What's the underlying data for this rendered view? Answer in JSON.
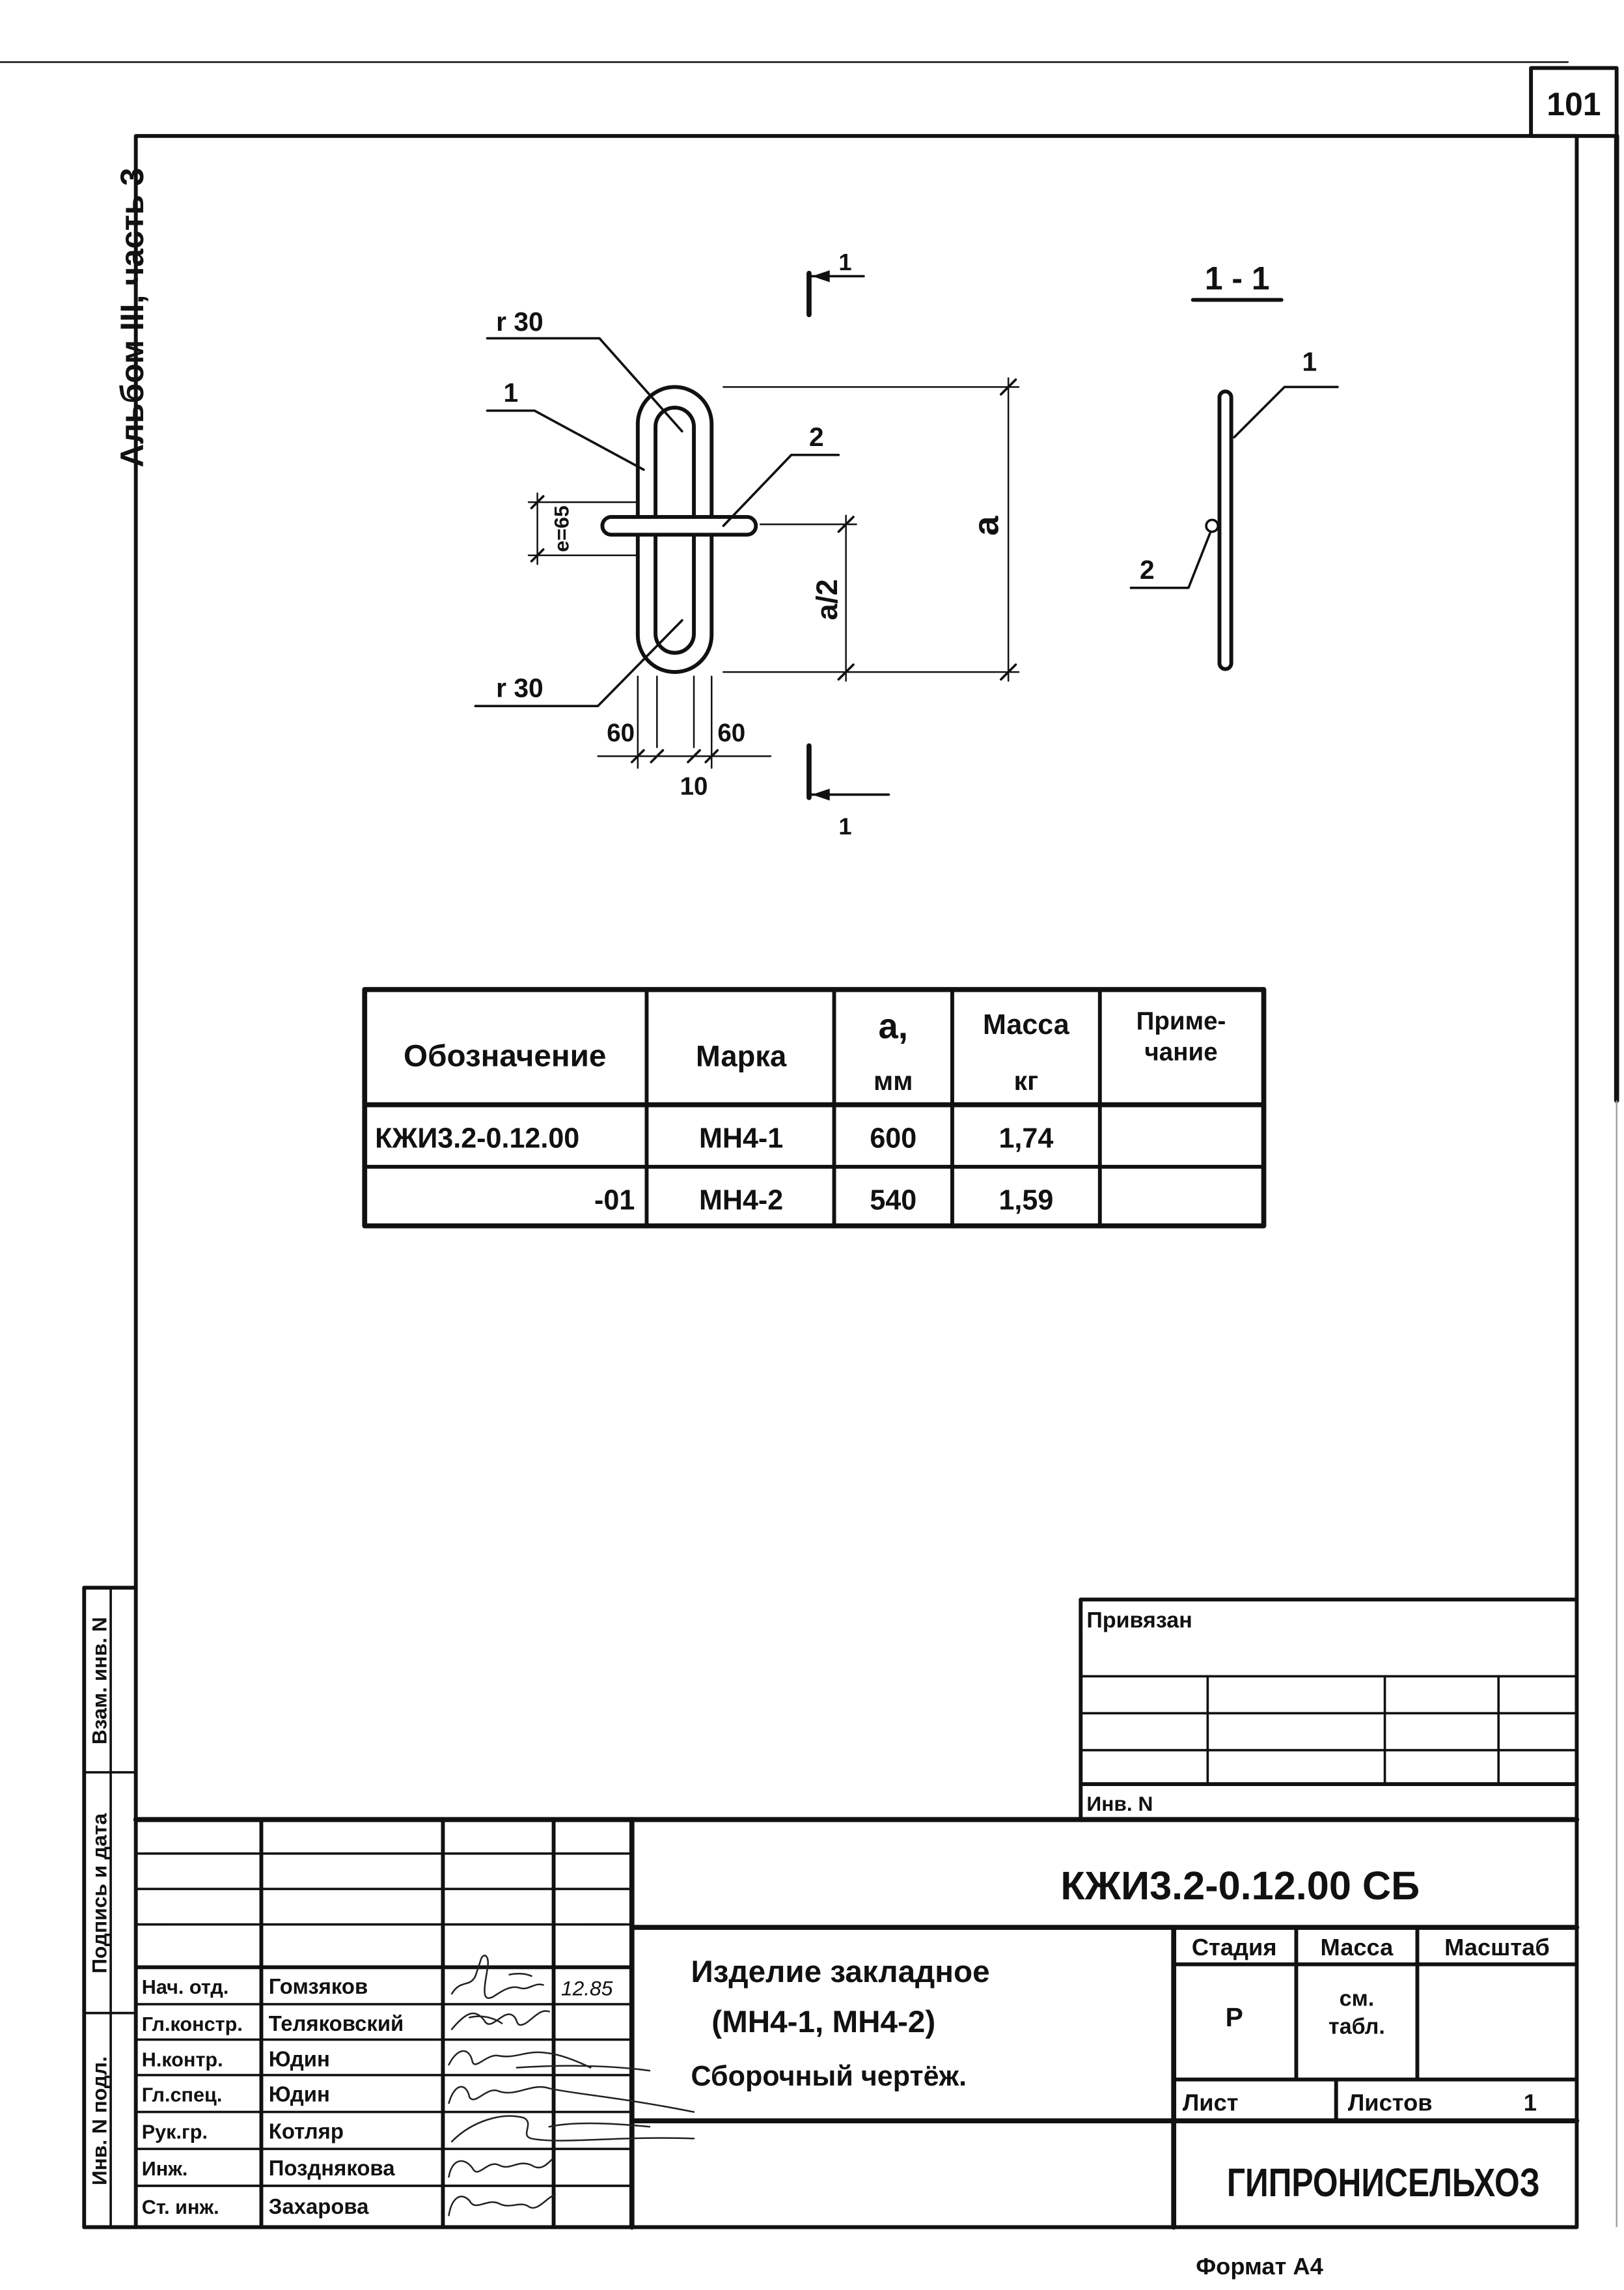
{
  "page_number": "101",
  "album_note": "Альбом III, часть 3",
  "drawing": {
    "section_mark_top": "1",
    "section_mark_bottom": "1",
    "section_view_title": "1 - 1",
    "callouts": {
      "bend_radius_top": "r 30",
      "bend_radius_bottom": "r 30",
      "item_1": "1",
      "item_2": "2",
      "section_item_1": "1",
      "section_item_2": "2"
    },
    "dimensions": {
      "rod_spacing": "e=65",
      "length": "a",
      "half_length": "a/2",
      "left": "60",
      "right": "60",
      "gap": "10"
    }
  },
  "spec_table": {
    "headers": {
      "designation": "Обозначение",
      "mark": "Марка",
      "a_line1": "a,",
      "a_line2": "мм",
      "mass_line1": "Масса",
      "mass_line2": "кг",
      "note_line1": "Приме-",
      "note_line2": "чание"
    },
    "rows": [
      {
        "designation": "КЖИ3.2-0.12.00",
        "mark": "МН4-1",
        "a": "600",
        "mass": "1,74"
      },
      {
        "designation": "-01",
        "mark": "МН4-2",
        "a": "540",
        "mass": "1,59"
      }
    ]
  },
  "binding_block": {
    "title": "Привязан",
    "inv_label": "Инв. N"
  },
  "title_block": {
    "document_code": "КЖИ3.2-0.12.00 СБ",
    "name_line1": "Изделие закладное",
    "name_line2": "(МН4-1, МН4-2)",
    "name_line3": "Сборочный чертёж.",
    "stage_label": "Стадия",
    "stage_value": "Р",
    "mass_label": "Масса",
    "mass_value_line1": "см.",
    "mass_value_line2": "табл.",
    "scale_label": "Масштаб",
    "sheet_label": "Лист",
    "sheets_label": "Листов",
    "sheets_value": "1",
    "organization": "ГИПРОНИСЕЛЬХОЗ",
    "signatories": [
      {
        "role": "Нач. отд.",
        "name": "Гомзяков",
        "date": "12.85"
      },
      {
        "role": "Гл.констр.",
        "name": "Теляковский"
      },
      {
        "role": "Н.контр.",
        "name": "Юдин"
      },
      {
        "role": "Гл.спец.",
        "name": "Юдин"
      },
      {
        "role": "Рук.гр.",
        "name": "Котляр"
      },
      {
        "role": "Инж.",
        "name": "Позднякова"
      },
      {
        "role": "Ст. инж.",
        "name": "Захарова"
      }
    ]
  },
  "side_stamp": {
    "replaced_inv": "Взам. инв. N",
    "signature_date": "Подпись и дата",
    "original_inv": "Инв. N подл."
  },
  "format_note": "Формат А4"
}
